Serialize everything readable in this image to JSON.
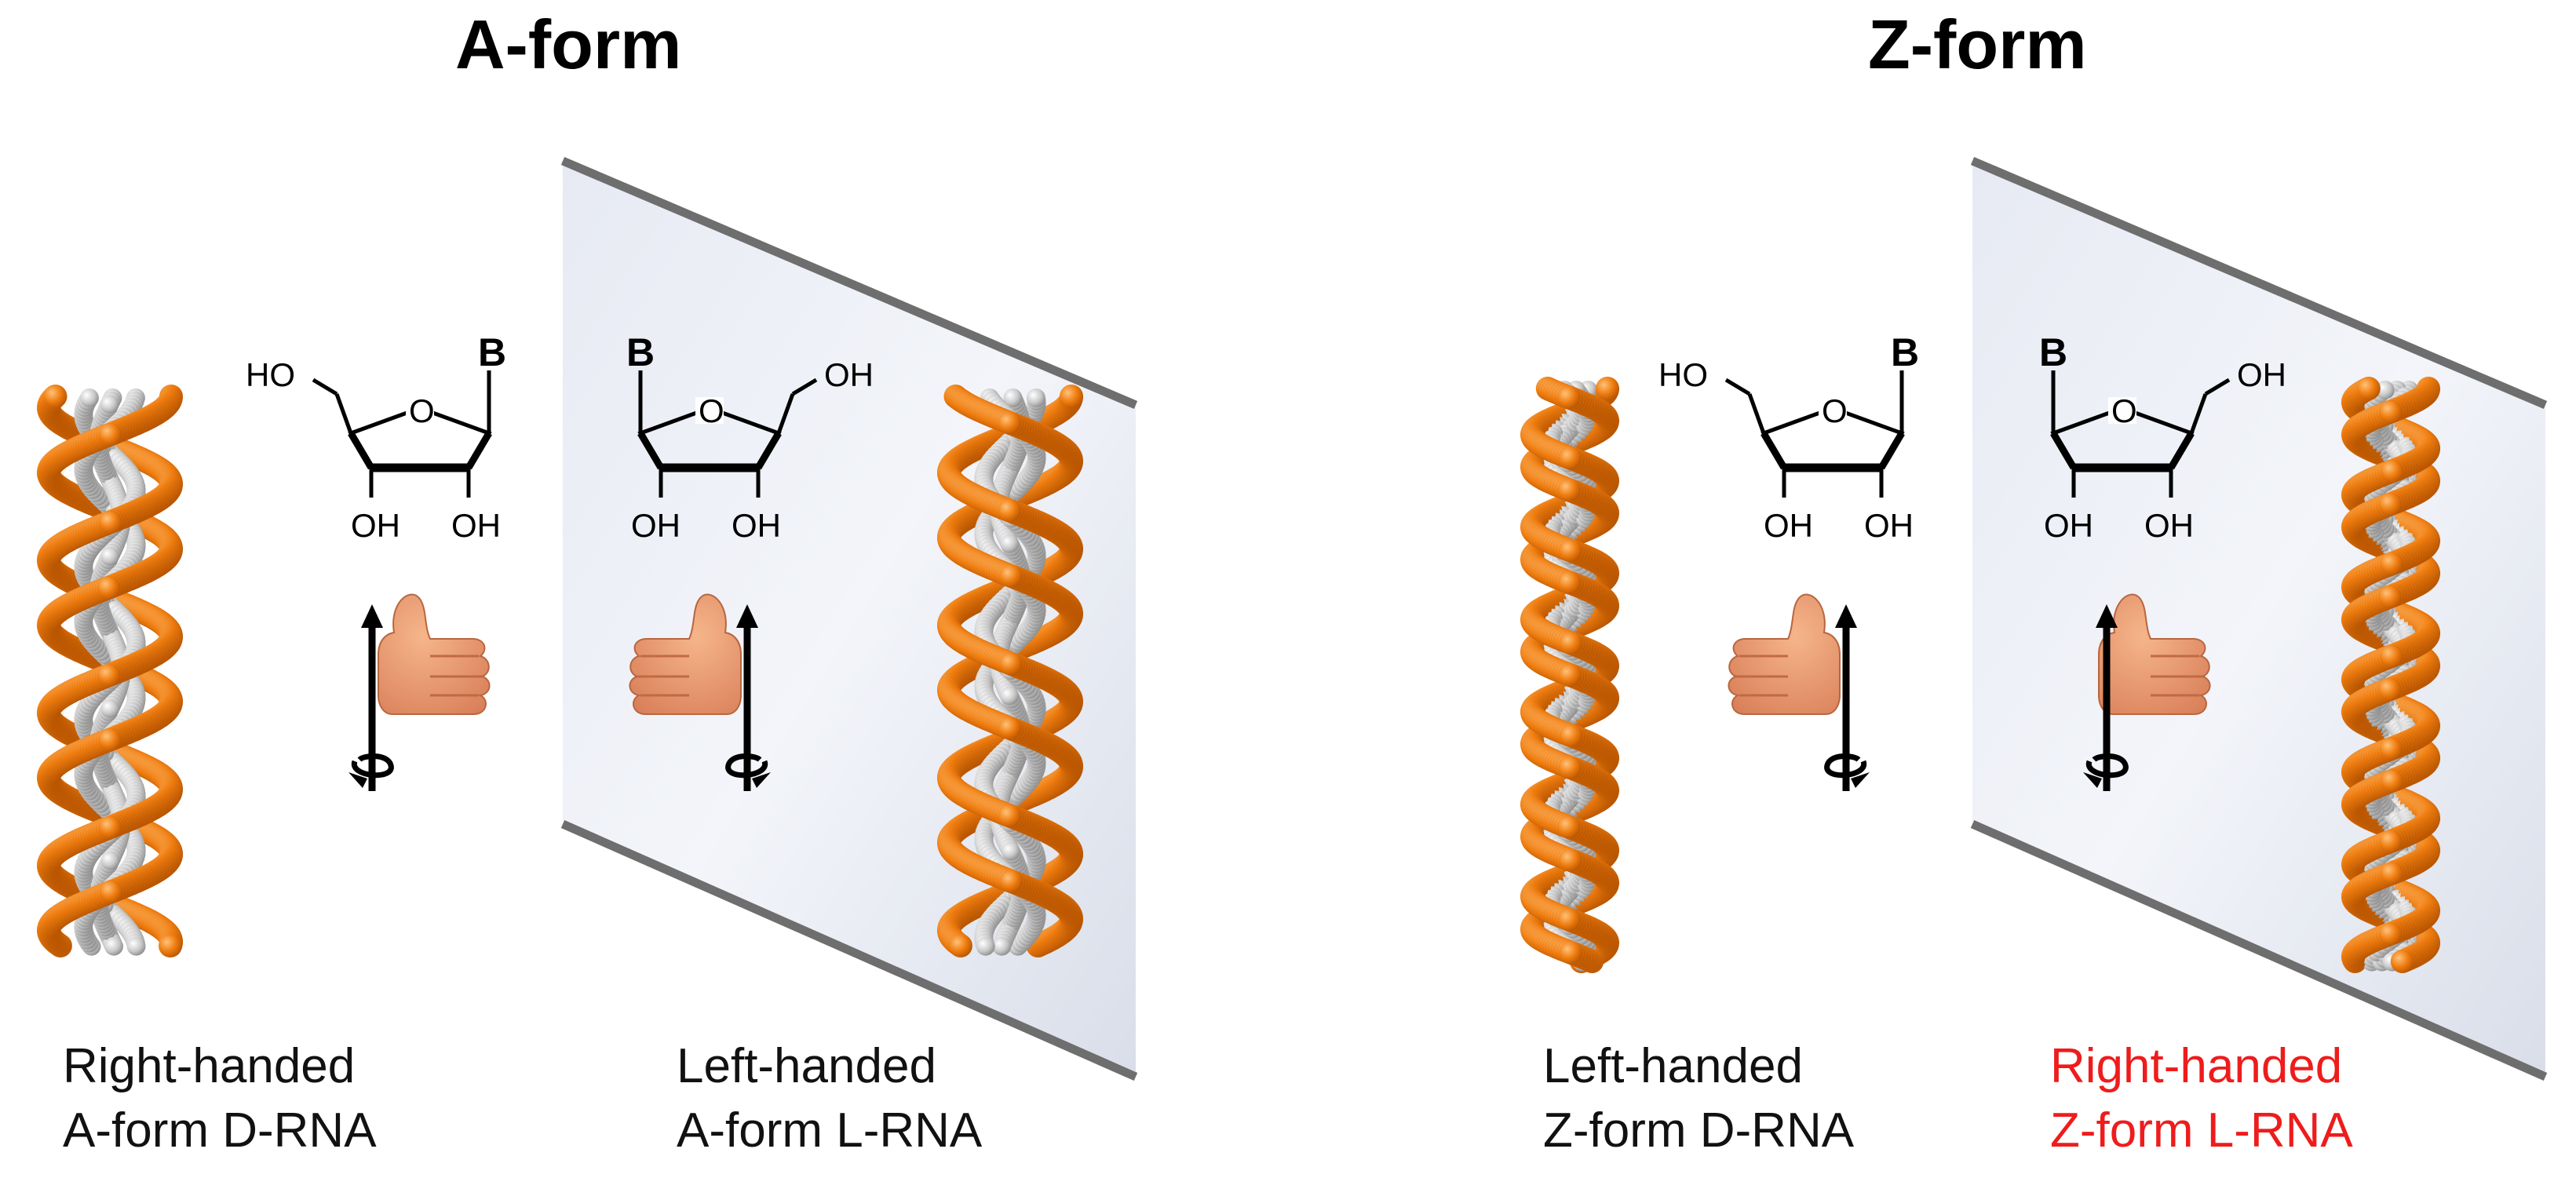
{
  "panels": [
    {
      "title": "A-form",
      "left_caption": {
        "line1": "Right-handed",
        "line2": "A-form D-RNA",
        "color": "#111111"
      },
      "right_caption": {
        "line1": "Left-handed",
        "line2": "A-form L-RNA",
        "color": "#111111"
      }
    },
    {
      "title": "Z-form",
      "left_caption": {
        "line1": "Left-handed",
        "line2": "Z-form D-RNA",
        "color": "#111111"
      },
      "right_caption": {
        "line1": "Right-handed",
        "line2": "Z-form L-RNA",
        "color": "#ee1c1c"
      }
    }
  ],
  "sugar_labels": {
    "base": "B",
    "o_ring": "O",
    "ho": "HO",
    "oh": "OH"
  },
  "colors": {
    "backbone": "#ef7d10",
    "base_pair": "#c8c8c8",
    "mirror": "#dfe4ef",
    "mirror_edge": "#6e6e6e",
    "hand": "#e89a6c",
    "highlight": "#ee1c1c"
  },
  "icons": [
    "double-helix-icon",
    "ribose-structure-icon",
    "thumbs-up-hand-icon",
    "rotation-arrow-icon",
    "mirror-plane-icon"
  ]
}
